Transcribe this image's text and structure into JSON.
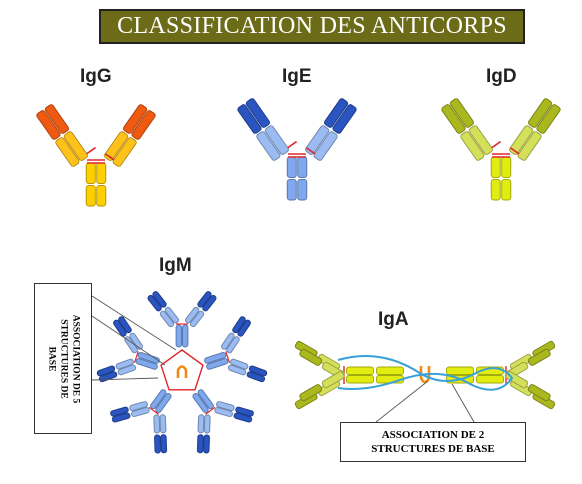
{
  "title": "CLASSIFICATION DES ANTICORPS",
  "antibodies": [
    {
      "label": "IgG",
      "colors": {
        "tip": "#f05a10",
        "arm": "#ffc21a",
        "stem": "#ffd000"
      }
    },
    {
      "label": "IgE",
      "colors": {
        "tip": "#2a55c0",
        "arm": "#9bbcf2",
        "stem": "#7fa8ee"
      }
    },
    {
      "label": "IgD",
      "colors": {
        "tip": "#aab81e",
        "arm": "#d5e05a",
        "stem": "#e3ec10"
      }
    },
    {
      "label": "IgM",
      "colors": {
        "tip": "#2a55c0",
        "arm": "#9bbcf2",
        "stem": "#7fa8ee"
      }
    },
    {
      "label": "IgA",
      "colors": {
        "tip": "#aab81e",
        "arm": "#d5e05a",
        "stem": "#e3ec10"
      }
    }
  ],
  "annotations": {
    "igm_box": "ASSOCIATION DE 5\nSTRUCTURES DE\nBASE",
    "iga_box": "ASSOCIATION DE 2\nSTRUCTURES DE BASE"
  },
  "colors": {
    "disulfide": "#e0262b",
    "j_chain": "#f08a10",
    "secretory": "#3aa0d8",
    "title_bg": "#6b6b18"
  }
}
